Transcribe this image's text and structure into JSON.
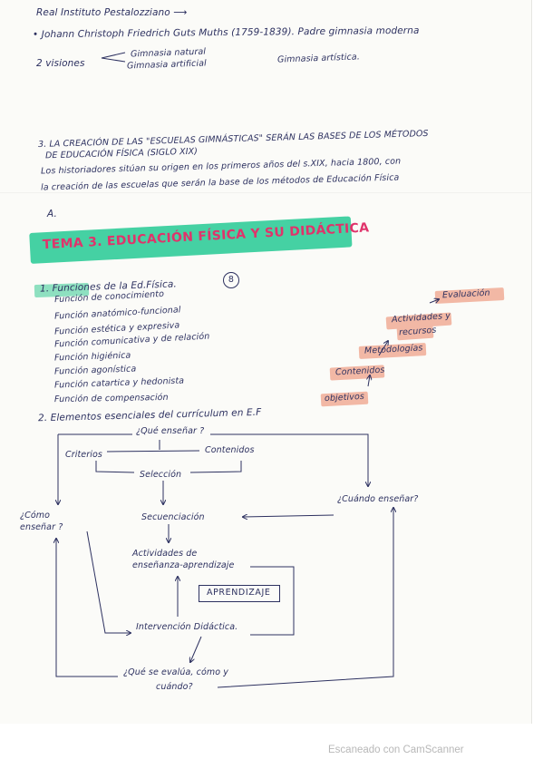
{
  "header": {
    "line1": "Real Instituto Pestalozziano ⟶",
    "line2": "• Johann Christoph Friedrich Guts Muths (1759-1839). Padre gimnasia moderna",
    "two_visions": "2 visiones",
    "vision_1": "Gimnasia natural",
    "vision_2": "Gimnasia artificial",
    "artistic": "Gimnasia artística."
  },
  "section3": {
    "title_l1": "3. LA CREACIÓN DE LAS \"ESCUELAS GIMNÁSTICAS\" SERÁN LAS BASES DE LOS MÉTODOS",
    "title_l2": "DE EDUCACIÓN FÍSICA (SIGLO XIX)",
    "body_l1": "Los historiadores sitúan su origen en los primeros años del s.XIX, hacia 1800, con",
    "body_l2": "la creación de las escuelas que serán la base de los métodos de Educación Física",
    "item_a": "A."
  },
  "tema": {
    "title": "TEMA 3. EDUCACIÓN FÍSICA Y SU DIDÁCTICA"
  },
  "functions": {
    "heading": "1. Funciones de la Ed.Física.",
    "badge": "8",
    "items": [
      "Función de conocimiento",
      "Función anatómico-funcional",
      "Función estética y expresiva",
      "Función comunicativa y de relación",
      "Función higiénica",
      "Función agonística",
      "Función catartica y hedonista",
      "Función de compensación"
    ],
    "steps": {
      "evaluacion": "Evaluación",
      "actividades_l1": "Actividades y",
      "actividades_l2": "recursos",
      "metodologias": "Metodologías",
      "contenidos": "Contenidos",
      "objetivos": "objetivos"
    }
  },
  "curriculum": {
    "heading": "2. Elementos esenciales del currículum en E.F",
    "que_ensenar": "¿Qué enseñar ?",
    "criterios": "Criterios",
    "contenidos": "Contenidos",
    "seleccion": "Selección",
    "cuando_ensenar": "¿Cuándo enseñar?",
    "como_l1": "¿Cómo",
    "como_l2": "enseñar ?",
    "secuenciacion": "Secuenciación",
    "actividades_l1": "Actividades de",
    "actividades_l2": "enseñanza-aprendizaje",
    "aprendizaje": "APRENDIZAJE",
    "intervencion": "Intervención Didáctica.",
    "evalua_l1": "¿Qué se evalúa, cómo y",
    "evalua_l2": "cuándo?"
  },
  "footer": {
    "scanner": "Escaneado con CamScanner"
  }
}
